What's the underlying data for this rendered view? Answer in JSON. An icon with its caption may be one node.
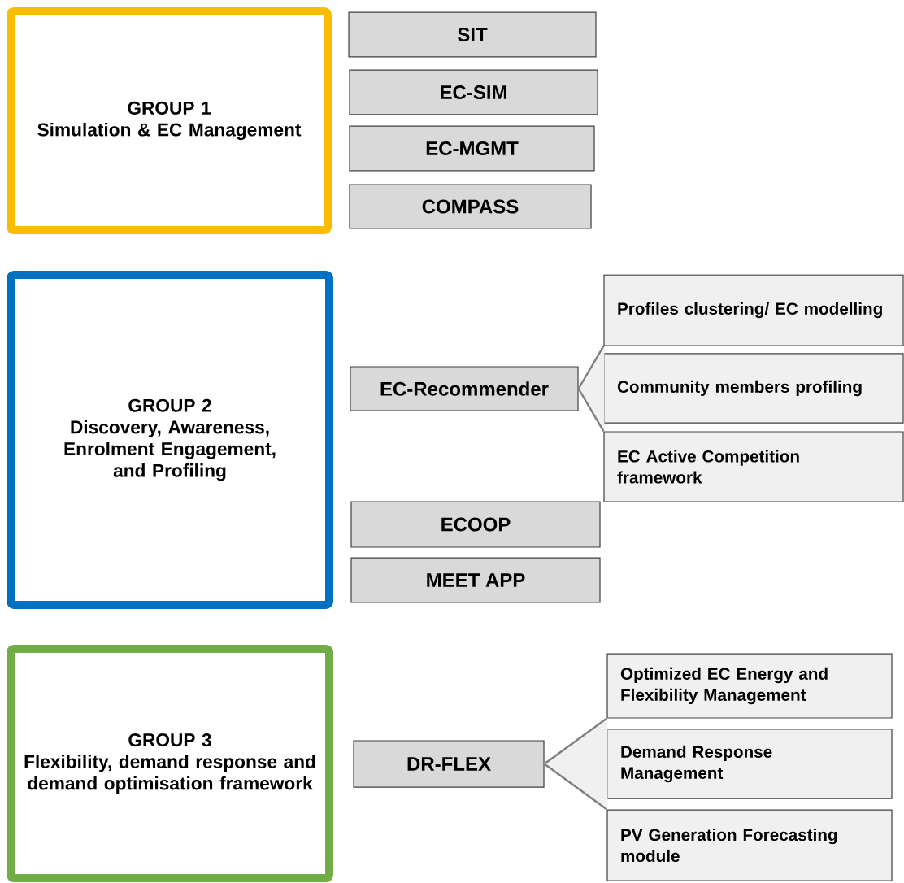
{
  "diagram": {
    "nodes": [
      {
        "text": [
          "GROUP 1",
          "Simulation & EC Management"
        ]
      },
      {
        "text": [
          "SIT"
        ]
      },
      {
        "text": [
          "EC-SIM"
        ]
      },
      {
        "text": [
          "EC-MGMT"
        ]
      },
      {
        "text": [
          "COMPASS"
        ]
      },
      {
        "text": [
          "GROUP 2",
          "Discovery, Awareness, Enrolment Engagement, and Profiling"
        ]
      },
      {
        "text": [
          "EC-Recommender"
        ]
      },
      {
        "text": [
          "Profiles clustering/ EC modelling"
        ]
      },
      {
        "text": [
          "Community members profiling"
        ]
      },
      {
        "text": [
          "EC Active Competition framework"
        ]
      },
      {
        "text": [
          "ECOOP"
        ]
      },
      {
        "text": [
          "MEET APP"
        ]
      },
      {
        "text": [
          "GROUP 3",
          "Flexibility, demand response and demand optimisation framework"
        ]
      },
      {
        "text": [
          "DR-FLEX"
        ]
      },
      {
        "text": [
          "Optimized EC Energy and Flexibility Management"
        ]
      },
      {
        "text": [
          "Demand Response Management"
        ]
      },
      {
        "text": [
          "PV Generation Forecasting module"
        ]
      }
    ],
    "edges": [
      {
        "from": 6,
        "to": 7,
        "arrow": "none"
      },
      {
        "from": 6,
        "to": 9,
        "arrow": "none"
      },
      {
        "from": 13,
        "to": 14,
        "arrow": "none"
      },
      {
        "from": 13,
        "to": 16,
        "arrow": "none"
      }
    ]
  }
}
